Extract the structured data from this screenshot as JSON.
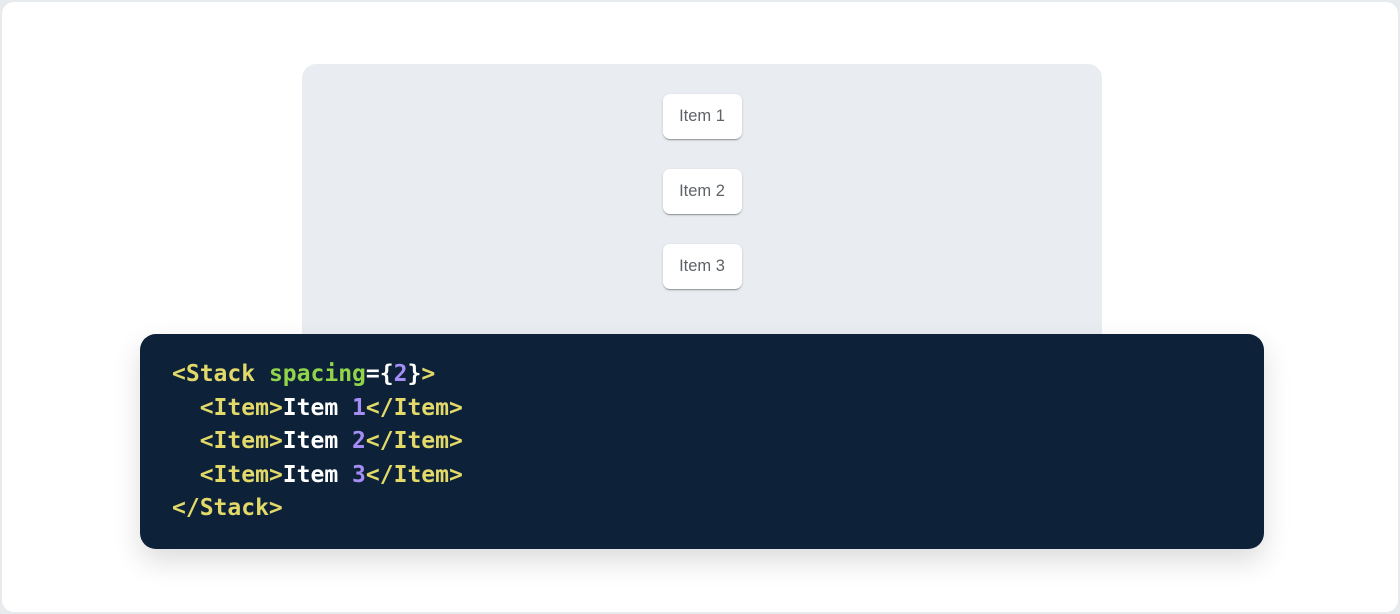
{
  "demo": {
    "items": [
      {
        "label": "Item 1"
      },
      {
        "label": "Item 2"
      },
      {
        "label": "Item 3"
      }
    ]
  },
  "code": {
    "language": "jsx",
    "source": "<Stack spacing={2}>\n  <Item>Item 1</Item>\n  <Item>Item 2</Item>\n  <Item>Item 3</Item>\n</Stack>",
    "lines": [
      {
        "tokens": [
          {
            "type": "tag",
            "text": "<Stack"
          },
          {
            "type": "plain",
            "text": " "
          },
          {
            "type": "attr-name",
            "text": "spacing"
          },
          {
            "type": "punctuation",
            "text": "={"
          },
          {
            "type": "number",
            "text": "2"
          },
          {
            "type": "punctuation",
            "text": "}"
          },
          {
            "type": "tag",
            "text": ">"
          }
        ]
      },
      {
        "tokens": [
          {
            "type": "plain",
            "text": "  "
          },
          {
            "type": "tag",
            "text": "<Item>"
          },
          {
            "type": "plain",
            "text": "Item "
          },
          {
            "type": "number",
            "text": "1"
          },
          {
            "type": "tag",
            "text": "</Item>"
          }
        ]
      },
      {
        "tokens": [
          {
            "type": "plain",
            "text": "  "
          },
          {
            "type": "tag",
            "text": "<Item>"
          },
          {
            "type": "plain",
            "text": "Item "
          },
          {
            "type": "number",
            "text": "2"
          },
          {
            "type": "tag",
            "text": "</Item>"
          }
        ]
      },
      {
        "tokens": [
          {
            "type": "plain",
            "text": "  "
          },
          {
            "type": "tag",
            "text": "<Item>"
          },
          {
            "type": "plain",
            "text": "Item "
          },
          {
            "type": "number",
            "text": "3"
          },
          {
            "type": "tag",
            "text": "</Item>"
          }
        ]
      },
      {
        "tokens": [
          {
            "type": "tag",
            "text": "</Stack>"
          }
        ]
      }
    ]
  },
  "colors": {
    "panel_background": "#e9edf1",
    "item_text": "#5f6368",
    "code_background": "#0d2239",
    "token_tag": "#e2d969",
    "token_attr": "#91d44a",
    "token_punctuation": "#ffffff",
    "token_number": "#a58df5",
    "token_plain": "#ffffff"
  }
}
